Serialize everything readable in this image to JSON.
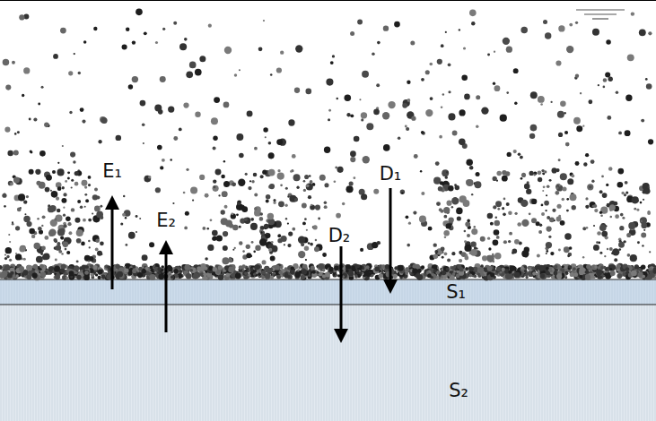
{
  "diagram": {
    "nodes": [
      {
        "text": [
          "S₁"
        ]
      },
      {
        "text": [
          "S₂"
        ]
      }
    ],
    "labels": [
      "E₁",
      "E₂",
      "D₁",
      "D₂"
    ]
  }
}
